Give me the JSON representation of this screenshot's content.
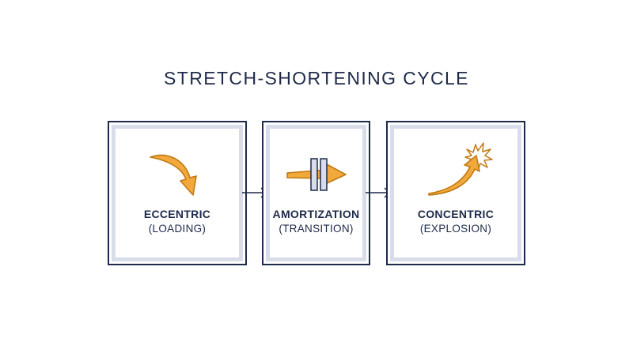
{
  "title": "STRETCH-SHORTENING CYCLE",
  "colors": {
    "navy": "#1e2a4a",
    "accent": "#f2a93b",
    "accent_stroke": "#c07a12",
    "box_inner": "#d8dde9"
  },
  "phases": [
    {
      "name": "ECCENTRIC",
      "detail": "(LOADING)",
      "icon": "curved-arrow-down-icon"
    },
    {
      "name": "AMORTIZATION",
      "detail": "(TRANSITION)",
      "icon": "pause-arrow-icon"
    },
    {
      "name": "CONCENTRIC",
      "detail": "(EXPLOSION)",
      "icon": "burst-arrow-up-icon"
    }
  ]
}
